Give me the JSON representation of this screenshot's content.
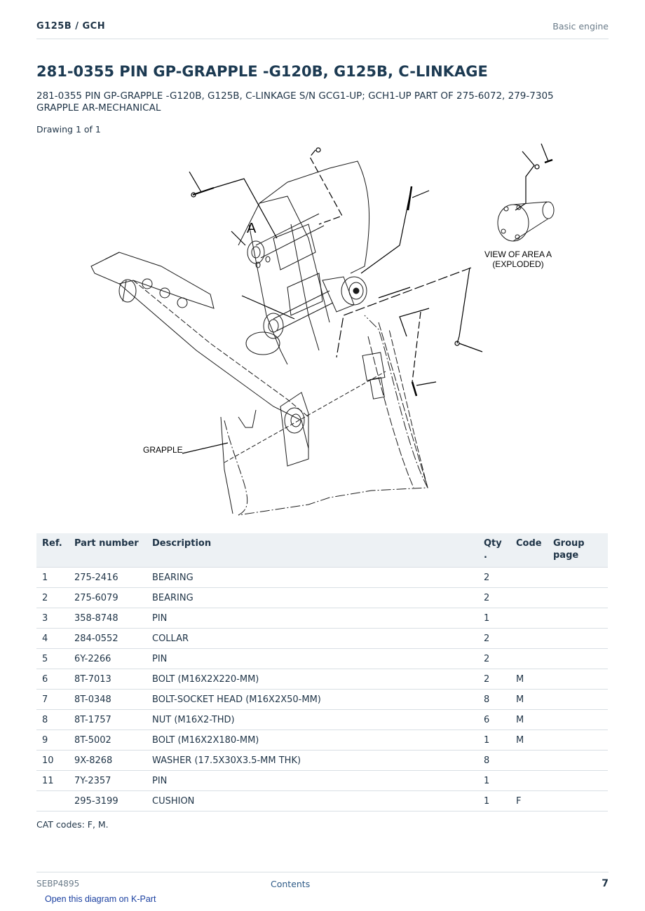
{
  "header": {
    "model": "G125B  /  GCH",
    "section": "Basic engine"
  },
  "title": "281-0355 PIN GP-GRAPPLE -G120B, G125B, C-LINKAGE",
  "subtitle": "281-0355 PIN GP-GRAPPLE -G120B, G125B, C-LINKAGE S/N GCG1-UP; GCH1-UP PART OF 275-6072, 279-7305 GRAPPLE AR-MECHANICAL",
  "drawing_label": "Drawing 1 of 1",
  "diagram": {
    "label_a": "A",
    "view_label_line1": "VIEW OF AREA A",
    "view_label_line2": "(EXPLODED)",
    "grapple_label": "GRAPPLE"
  },
  "table": {
    "headers": {
      "ref": "Ref.",
      "part": "Part number",
      "desc": "Description",
      "qty": "Qty\n.",
      "code": "Code",
      "group": "Group\npage"
    },
    "rows": [
      {
        "ref": "1",
        "part": "275-2416",
        "desc": "BEARING",
        "qty": "2",
        "code": ""
      },
      {
        "ref": "2",
        "part": "275-6079",
        "desc": "BEARING",
        "qty": "2",
        "code": ""
      },
      {
        "ref": "3",
        "part": "358-8748",
        "desc": "PIN",
        "qty": "1",
        "code": ""
      },
      {
        "ref": "4",
        "part": "284-0552",
        "desc": "COLLAR",
        "qty": "2",
        "code": ""
      },
      {
        "ref": "5",
        "part": "6Y-2266",
        "desc": "PIN",
        "qty": "2",
        "code": ""
      },
      {
        "ref": "6",
        "part": "8T-7013",
        "desc": "BOLT (M16X2X220-MM)",
        "qty": "2",
        "code": "M"
      },
      {
        "ref": "7",
        "part": "8T-0348",
        "desc": "BOLT-SOCKET HEAD (M16X2X50-MM)",
        "qty": "8",
        "code": "M"
      },
      {
        "ref": "8",
        "part": "8T-1757",
        "desc": "NUT (M16X2-THD)",
        "qty": "6",
        "code": "M"
      },
      {
        "ref": "9",
        "part": "8T-5002",
        "desc": "BOLT (M16X2X180-MM)",
        "qty": "1",
        "code": "M"
      },
      {
        "ref": "10",
        "part": "9X-8268",
        "desc": "WASHER (17.5X30X3.5-MM THK)",
        "qty": "8",
        "code": ""
      },
      {
        "ref": "11",
        "part": "7Y-2357",
        "desc": "PIN",
        "qty": "1",
        "code": ""
      },
      {
        "ref": "",
        "part": "295-3199",
        "desc": "CUSHION",
        "qty": "1",
        "code": "F"
      }
    ]
  },
  "cat_codes": "CAT codes: F, M.",
  "footer": {
    "doc_code": "SEBP4895",
    "contents": "Contents",
    "page": "7"
  },
  "kpart_link": "Open this diagram on K-Part"
}
